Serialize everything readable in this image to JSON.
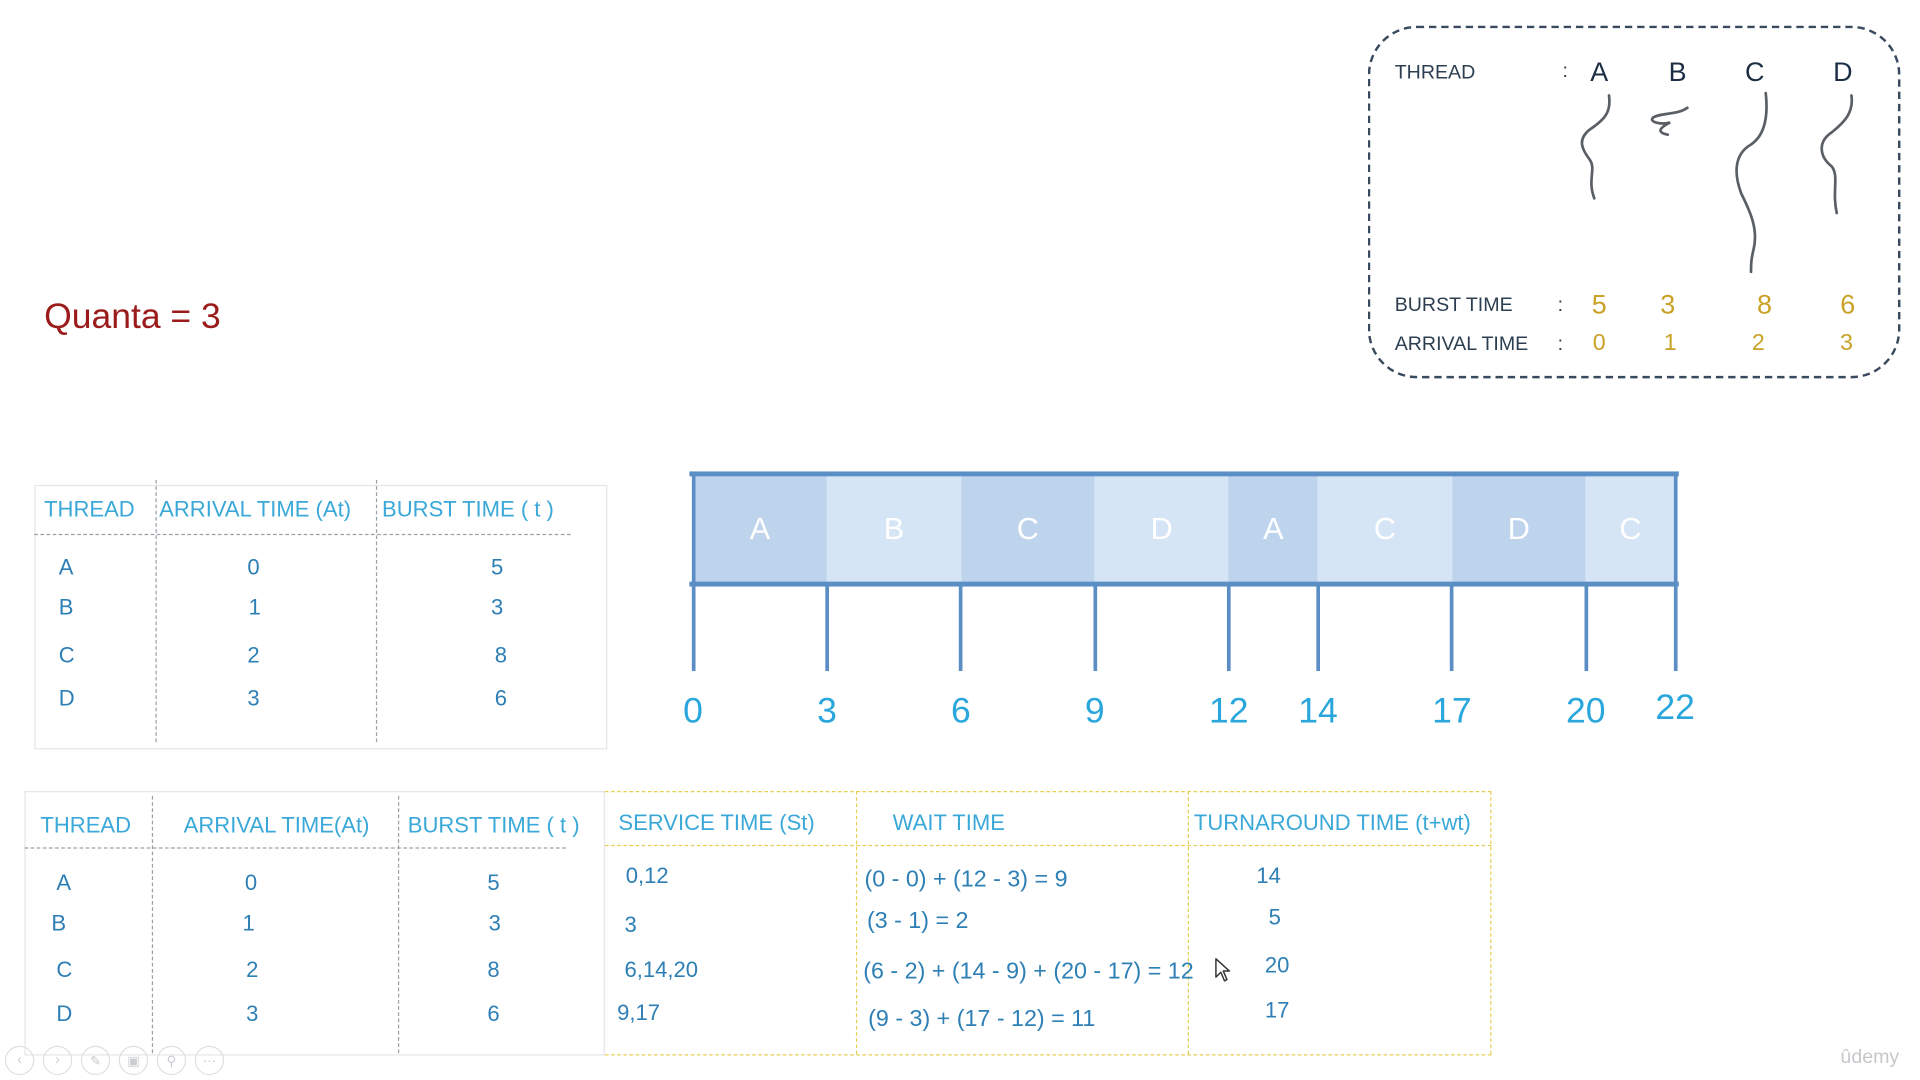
{
  "quanta": "Quanta = 3",
  "thread_box": {
    "label_thread": "THREAD",
    "colon": ":",
    "threads": [
      "A",
      "B",
      "C",
      "D"
    ],
    "label_burst": "BURST TIME",
    "label_arrival": "ARRIVAL TIME",
    "burst": [
      "5",
      "3",
      "8",
      "6"
    ],
    "arrival": [
      "0",
      "1",
      "2",
      "3"
    ]
  },
  "table1": {
    "headers": [
      "THREAD",
      "ARRIVAL TIME (At)",
      "BURST TIME ( t )"
    ],
    "rows": [
      [
        "A",
        "0",
        "5"
      ],
      [
        "B",
        "1",
        "3"
      ],
      [
        "C",
        "2",
        "8"
      ],
      [
        "D",
        "3",
        "6"
      ]
    ]
  },
  "gantt": {
    "segments": [
      {
        "label": "A",
        "start": 0,
        "end": 3,
        "color": "#bdd4ec"
      },
      {
        "label": "B",
        "start": 3,
        "end": 6,
        "color": "#d6e5f5"
      },
      {
        "label": "C",
        "start": 6,
        "end": 9,
        "color": "#bdd4ec"
      },
      {
        "label": "D",
        "start": 9,
        "end": 12,
        "color": "#d6e5f5"
      },
      {
        "label": "A",
        "start": 12,
        "end": 14,
        "color": "#bdd4ec"
      },
      {
        "label": "C",
        "start": 14,
        "end": 17,
        "color": "#d6e5f5"
      },
      {
        "label": "D",
        "start": 17,
        "end": 20,
        "color": "#bdd4ec"
      },
      {
        "label": "C",
        "start": 20,
        "end": 22,
        "color": "#d6e5f5"
      }
    ],
    "ticks": [
      "0",
      "3",
      "6",
      "9",
      "12",
      "14",
      "17",
      "20",
      "22"
    ],
    "bar_color": "#5b8ec4"
  },
  "table2": {
    "headers": [
      "THREAD",
      "ARRIVAL TIME(At)",
      "BURST TIME ( t )",
      "SERVICE TIME (St)",
      "WAIT  TIME",
      "TURNAROUND TIME (t+wt)"
    ],
    "rows": [
      [
        "A",
        "0",
        "5",
        "0,12",
        "(0 - 0) + (12 - 3) = 9",
        "14"
      ],
      [
        "B",
        "1",
        "3",
        "3",
        "(3 - 1) = 2",
        "5"
      ],
      [
        "C",
        "2",
        "8",
        "6,14,20",
        "(6 - 2) + (14 - 9) + (20 - 17) = 12",
        "20"
      ],
      [
        "D",
        "3",
        "6",
        "9,17",
        "(9 - 3) + (17 - 12) = 11",
        "17"
      ]
    ]
  },
  "footer": {
    "icons": [
      "back-icon",
      "forward-icon",
      "pen-icon",
      "slides-icon",
      "zoom-icon",
      "more-icon"
    ],
    "brand": "ûdemy"
  }
}
